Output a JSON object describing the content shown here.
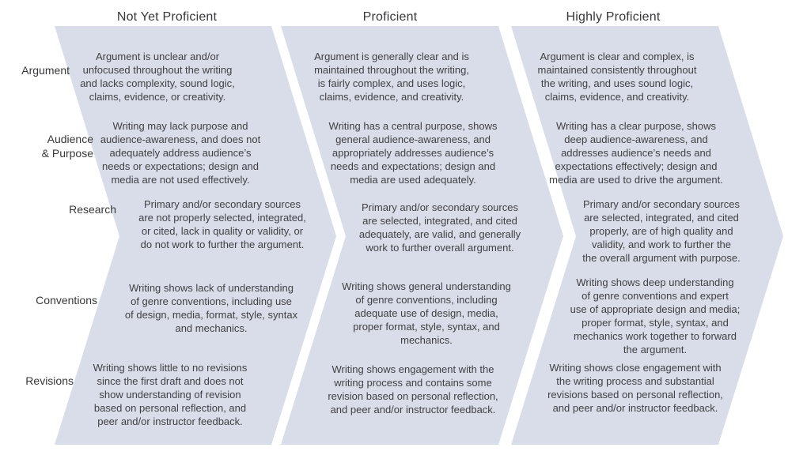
{
  "colors": {
    "band_fill": "#d8dde9",
    "text_color": "#414144",
    "heading_color": "#38383a",
    "bg_color": "#ffffff"
  },
  "headers": [
    {
      "label": "Not Yet Proficient"
    },
    {
      "label": "Proficient"
    },
    {
      "label": "Highly Proficient"
    }
  ],
  "rows": [
    {
      "label": "Argument",
      "cells": [
        "Argument is unclear and/or\nunfocused throughout the writing\nand lacks complexity, sound logic,\nclaims, evidence, or creativity.",
        "Argument is generally clear and is\nmaintained throughout the writing,\nis fairly complex, and uses logic,\nclaims, evidence, and creativity.",
        "Argument is clear and complex, is\nmaintained consistently throughout\nthe writing, and uses sound logic,\nclaims, evidence, and creativity."
      ]
    },
    {
      "label": "Audience\n& Purpose",
      "cells": [
        "Writing may lack purpose and\naudience-awareness, and does not\nadequately address audience’s\nneeds or expectations; design and\nmedia are not used effectively.",
        "Writing has a central purpose, shows\ngeneral audience-awareness, and\nappropriately addresses audience’s\nneeds and expectations; design and\nmedia are used adequately.",
        "Writing has a clear purpose, shows\ndeep audience-awareness, and\naddresses audience’s needs and\nexpectations effectively; design and\nmedia are used to drive the argument."
      ]
    },
    {
      "label": "Research",
      "cells": [
        "Primary and/or secondary sources\nare not properly selected, integrated,\nor cited, lack in quality or validity, or\ndo not work to further the argument.",
        "Primary and/or secondary sources\nare selected, integrated, and cited\nadequately, are valid, and generally\nwork to further overall argument.",
        "Primary and/or secondary sources\nare selected, integrated, and cited\nproperly, are of high quality and\nvalidity, and work to further the\nthe overall argument with purpose."
      ]
    },
    {
      "label": "Conventions",
      "cells": [
        "Writing shows lack of understanding\nof genre conventions, including use\nof design, media, format, style, syntax\nand mechanics.",
        "Writing shows general understanding\nof genre conventions, including\nadequate use of design, media,\nproper format, style, syntax, and\nmechanics.",
        "Writing shows deep understanding\nof genre conventions and expert\nuse of appropriate design and media;\nproper format, style, syntax, and\nmechanics work together to forward\nthe argument."
      ]
    },
    {
      "label": "Revisions",
      "cells": [
        "Writing shows little to no revisions\nsince the first draft and does not\nshow understanding of revision\nbased on personal reflection, and\npeer and/or instructor feedback.",
        "Writing shows engagement with the\nwriting process and contains some\nrevision based on personal reflection,\nand peer and/or instructor feedback.",
        "Writing shows close engagement with\nthe writing process and substantial\nrevisions based on personal reflection,\nand peer and/or instructor feedback."
      ]
    }
  ]
}
